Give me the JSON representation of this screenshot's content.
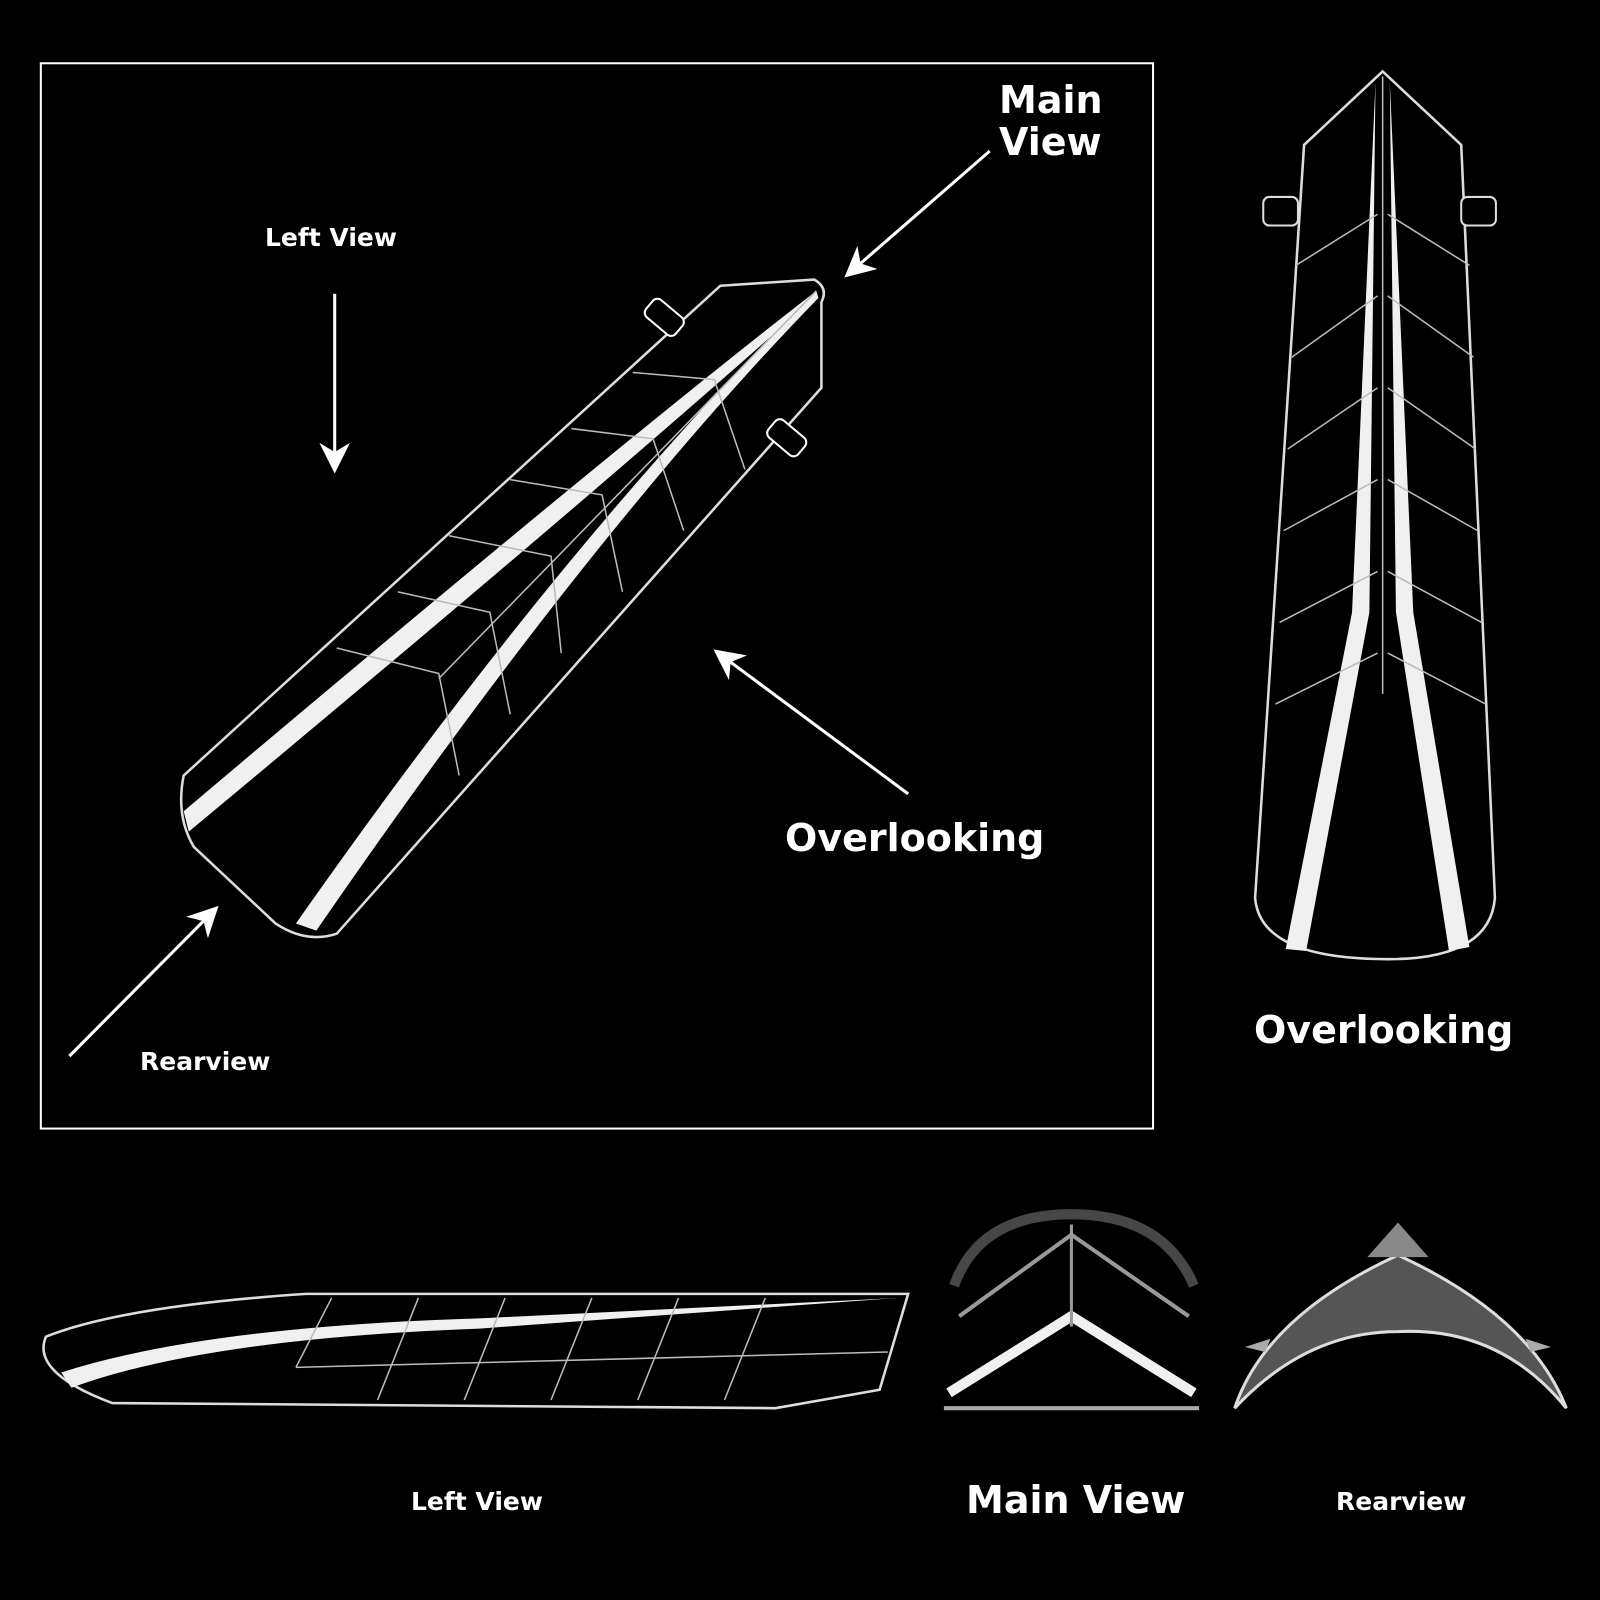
{
  "colors": {
    "background": "#000000",
    "outline": "#ffffff",
    "stripe": "#f2f2f2"
  },
  "main_frame": {
    "label_main_view_line1": "Main",
    "label_main_view_line2": "View",
    "label_left_view": "Left View",
    "label_overlooking": "Overlooking",
    "label_rearview": "Rearview"
  },
  "side_panel": {
    "label_overlooking": "Overlooking"
  },
  "bottom_row": {
    "label_left_view": "Left View",
    "label_main_view": "Main View",
    "label_rearview": "Rearview"
  }
}
